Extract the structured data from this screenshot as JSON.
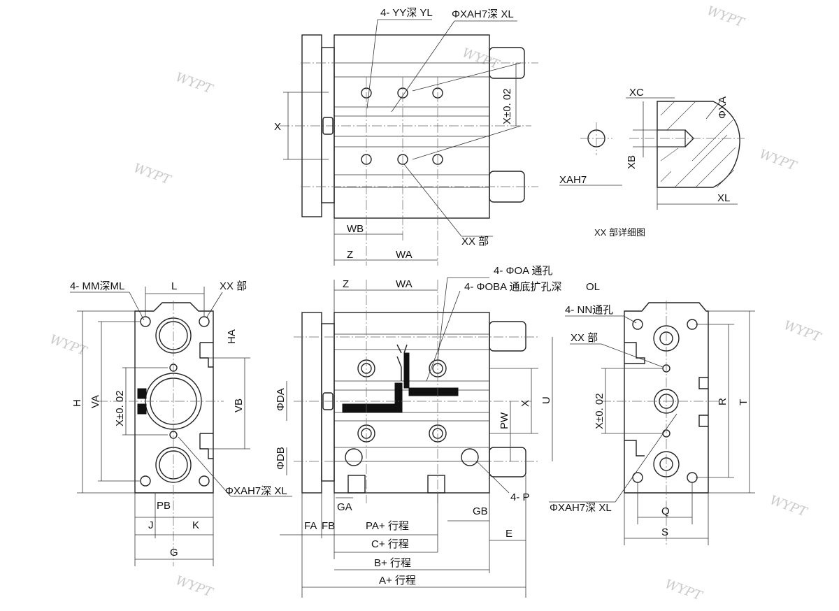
{
  "labels": {
    "top_yy": "4- YY深 YL",
    "top_xah7": "ΦXAH7深 XL",
    "top_x": "X",
    "top_xtol": "X±0. 02",
    "top_wb": "WB",
    "top_xxbu": "XX 部",
    "top_z": "Z",
    "top_wa": "WA",
    "detail_xc": "XC",
    "detail_xa": "ΦXA",
    "detail_xb": "XB",
    "detail_xah7": "XAH7",
    "detail_xl": "XL",
    "detail_caption": "XX 部详细图",
    "left_mm": "4- MM深ML",
    "left_l": "L",
    "left_xxbu": "XX 部",
    "left_ha": "HA",
    "left_h": "H",
    "left_va": "VA",
    "left_xtol": "X±0. 02",
    "left_vb": "VB",
    "left_xah7": "ΦXAH7深 XL",
    "left_pb": "PB",
    "left_j": "J",
    "left_k": "K",
    "left_g": "G",
    "front_z": "Z",
    "front_wa": "WA",
    "front_oa": "4- ΦOA 通孔",
    "front_oba": "4- ΦOBA 通底扩孔深",
    "front_ol": "OL",
    "front_da": "ΦDA",
    "front_db": "ΦDB",
    "front_x": "X",
    "front_u": "U",
    "front_pw": "PW",
    "front_p": "4- P",
    "front_ga": "GA",
    "front_gb": "GB",
    "front_fa": "FA",
    "front_fb": "FB",
    "front_pa": "PA+ 行程",
    "front_c": "C+ 行程",
    "front_b": "B+ 行程",
    "front_a": "A+ 行程",
    "front_e": "E",
    "right_nn": "4- NN通孔",
    "right_xxbu": "XX 部",
    "right_xtol": "X±0. 02",
    "right_r": "R",
    "right_t": "T",
    "right_xah7": "ΦXAH7深 XL",
    "right_q": "Q",
    "right_s": "S"
  },
  "watermark": "WYPT"
}
